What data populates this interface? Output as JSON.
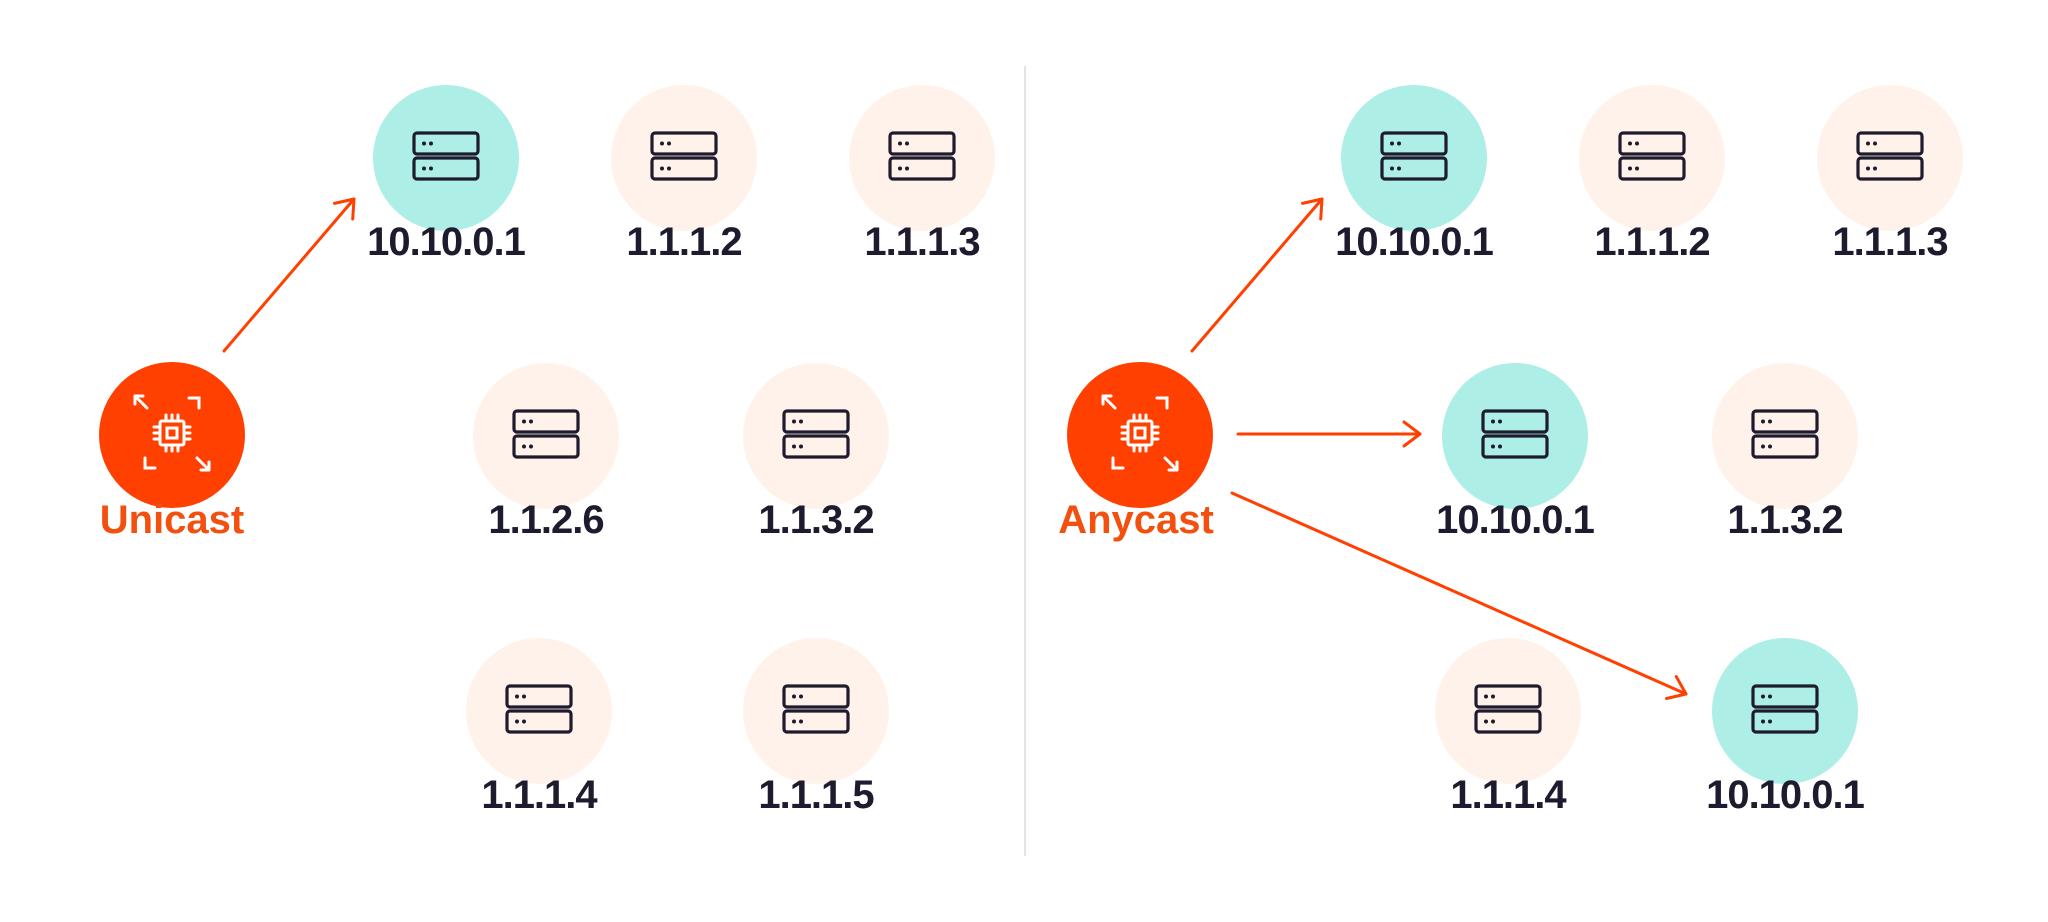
{
  "colors": {
    "accent": "#ff4000",
    "label_accent": "#f2500f",
    "peach_node": "#fff2ea",
    "teal_node": "#adeee6",
    "text": "#1f1b2e",
    "divider": "#e4e4e4"
  },
  "icons": {
    "server": "server-icon",
    "source": "chip-icon"
  },
  "panels": [
    {
      "name": "unicast",
      "source_label": "Unicast",
      "nodes": [
        {
          "label": "10.10.0.1",
          "highlighted": true
        },
        {
          "label": "1.1.1.2",
          "highlighted": false
        },
        {
          "label": "1.1.1.3",
          "highlighted": false
        },
        {
          "label": "1.1.2.6",
          "highlighted": false
        },
        {
          "label": "1.1.3.2",
          "highlighted": false
        },
        {
          "label": "1.1.1.4",
          "highlighted": false
        },
        {
          "label": "1.1.1.5",
          "highlighted": false
        }
      ],
      "arrow_targets": [
        0
      ]
    },
    {
      "name": "anycast",
      "source_label": "Anycast",
      "nodes": [
        {
          "label": "10.10.0.1",
          "highlighted": true
        },
        {
          "label": "1.1.1.2",
          "highlighted": false
        },
        {
          "label": "1.1.1.3",
          "highlighted": false
        },
        {
          "label": "10.10.0.1",
          "highlighted": true
        },
        {
          "label": "1.1.3.2",
          "highlighted": false
        },
        {
          "label": "1.1.1.4",
          "highlighted": false
        },
        {
          "label": "10.10.0.1",
          "highlighted": true
        }
      ],
      "arrow_targets": [
        0,
        3,
        6
      ]
    }
  ]
}
